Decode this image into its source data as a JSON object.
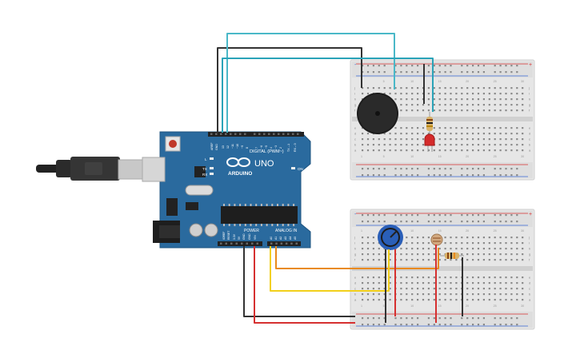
{
  "arduino": {
    "brand": "ARDUINO",
    "model": "UNO",
    "header_digital": "DIGITAL (PWM~)",
    "header_power": "POWER",
    "header_analog": "ANALOG IN",
    "label_aref": "AREF",
    "label_gnd": "GND",
    "pin_13": "13",
    "pin_12": "12",
    "pin_11": "~11",
    "pin_10": "~10",
    "pin_9": "~9",
    "pin_8": "8",
    "pin_7": "7",
    "pin_6": "~6",
    "pin_5": "~5",
    "pin_4": "4",
    "pin_3": "~3",
    "pin_2": "2",
    "pin_tx": "TX→1",
    "pin_rx": "RX←0",
    "pin_ioref": "IOREF",
    "pin_reset": "RESET",
    "pin_3v3": "3.3V",
    "pin_5v": "5V",
    "pin_gnd1": "GND",
    "pin_gnd2": "GND",
    "pin_vin": "VIN",
    "pin_a0": "A0",
    "pin_a1": "A1",
    "pin_a2": "A2",
    "pin_a3": "A3",
    "pin_a4": "A4",
    "pin_a5": "A5",
    "led_l": "L",
    "led_tx": "TX",
    "led_rx": "RX",
    "led_on": "ON"
  },
  "breadboard": {
    "row_letters_top": [
      "j",
      "i",
      "h",
      "g",
      "f"
    ],
    "row_letters_bottom": [
      "e",
      "d",
      "c",
      "b",
      "a"
    ],
    "col_numbers": [
      "1",
      "5",
      "10",
      "15",
      "20",
      "25",
      "30"
    ],
    "plus": "+",
    "minus": "-"
  },
  "colors": {
    "board": "#2a6a9e",
    "wire_black": "#333333",
    "wire_cyan": "#4ab8c8",
    "wire_teal": "#2aa3b8",
    "wire_red": "#d63030",
    "wire_orange": "#e98a1c",
    "wire_yellow": "#f2d01b"
  }
}
